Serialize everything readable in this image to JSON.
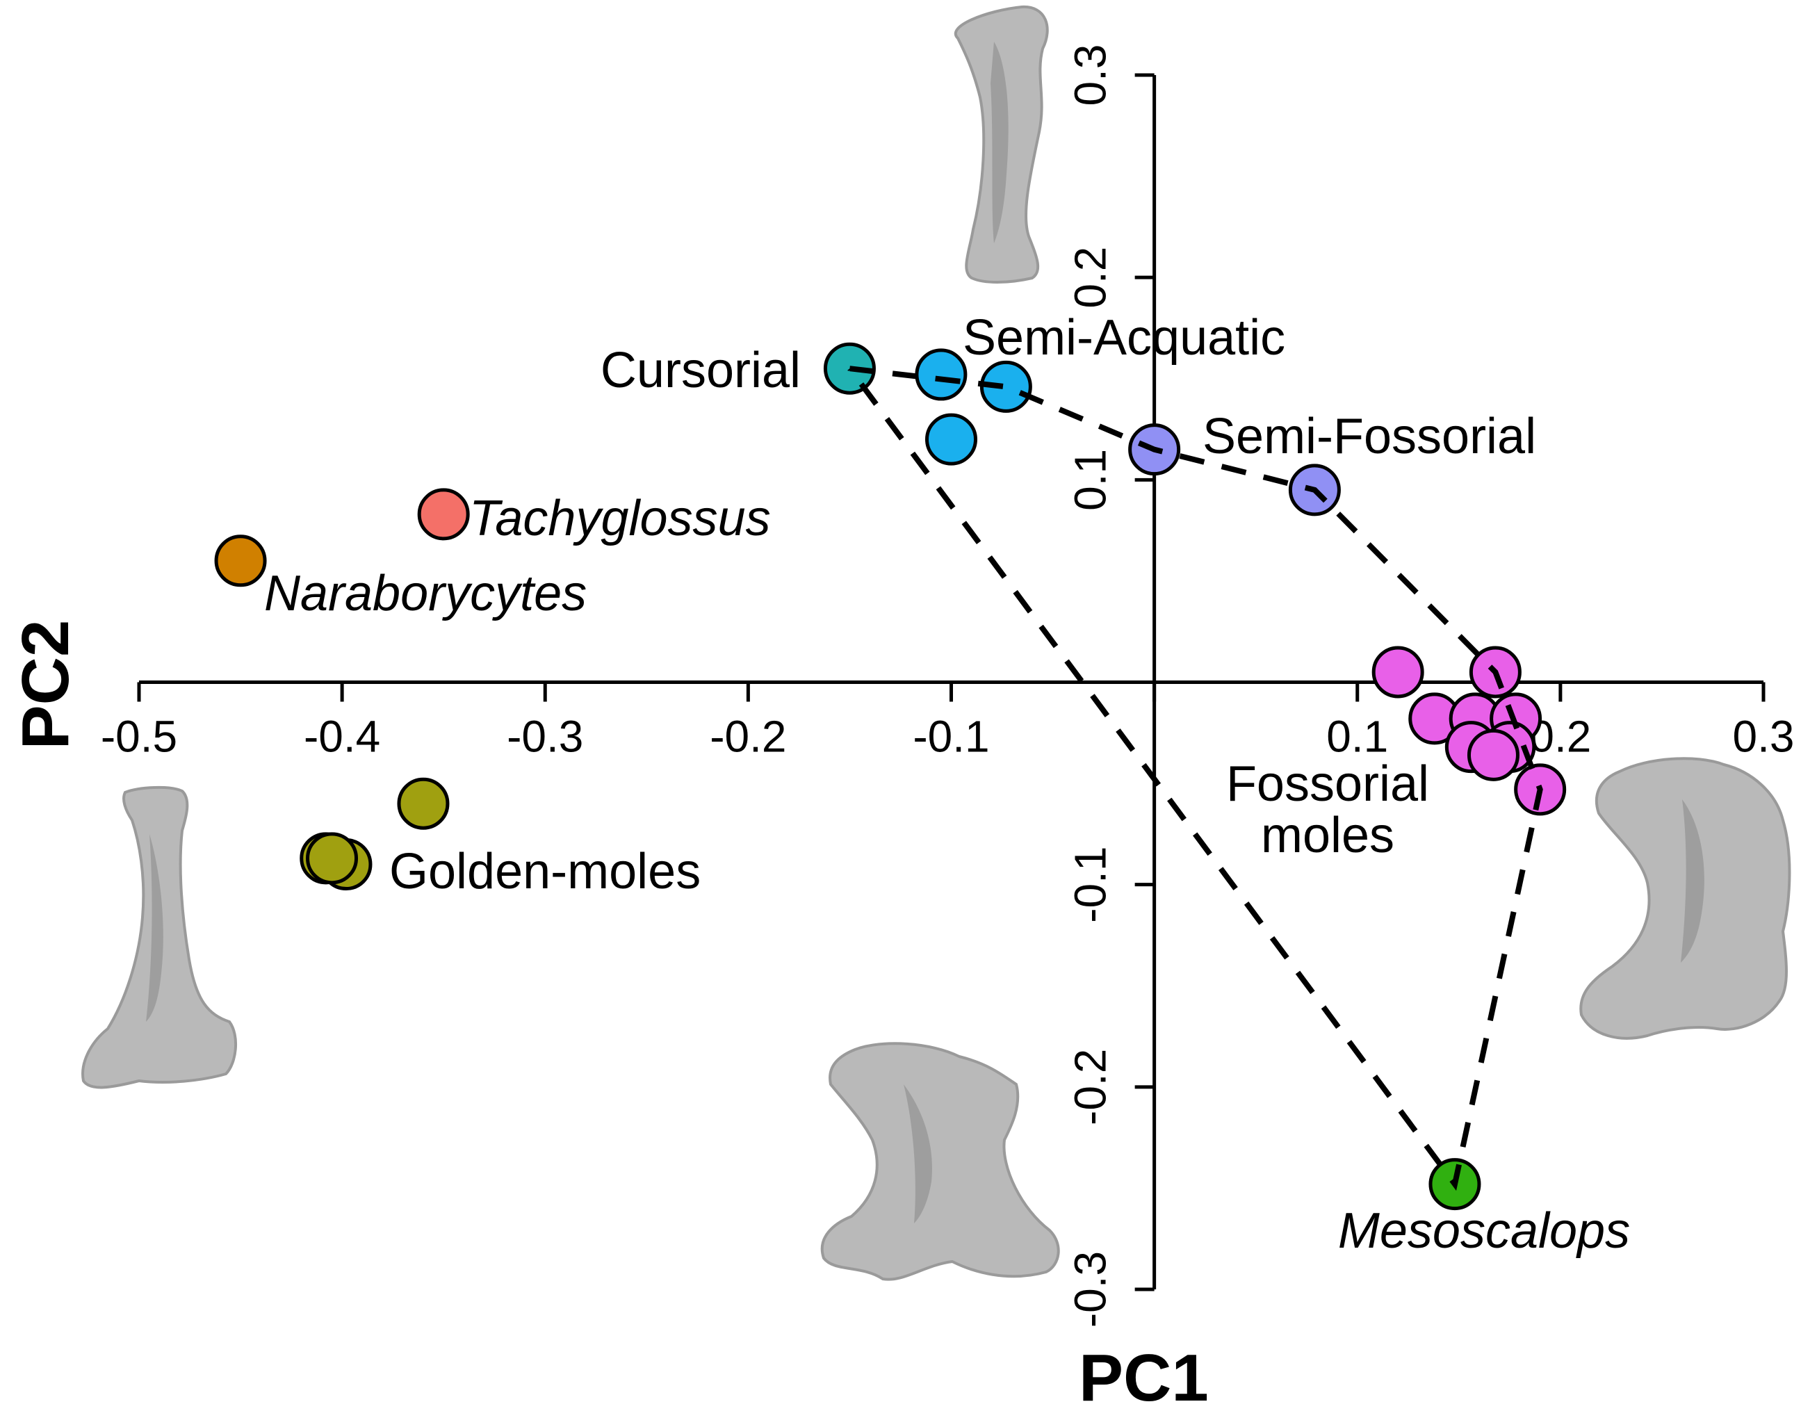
{
  "chart_data": {
    "type": "scatter",
    "xlabel": "PC1",
    "ylabel": "PC2",
    "xlim": [
      -0.5,
      0.3
    ],
    "ylim": [
      -0.3,
      0.3
    ],
    "x_ticks": [
      -0.5,
      -0.4,
      -0.3,
      -0.2,
      -0.1,
      0.0,
      0.1,
      0.2,
      0.3
    ],
    "x_tick_labels": [
      "-0.5",
      "-0.4",
      "-0.3",
      "-0.2",
      "-0.1",
      "",
      "0.1",
      "0.2",
      "0.3"
    ],
    "y_ticks": [
      -0.3,
      -0.2,
      -0.1,
      0.0,
      0.1,
      0.2,
      0.3
    ],
    "y_tick_labels": [
      "-0.3",
      "-0.2",
      "-0.1",
      "",
      "0.1",
      "0.2",
      "0.3"
    ],
    "axes_cross_at_origin": true,
    "grid": false,
    "groups": [
      {
        "label": "Cursorial",
        "italic": false,
        "color": "#20b2b2",
        "points": [
          [
            -0.15,
            0.155
          ]
        ]
      },
      {
        "label": "Semi-Acquatic",
        "italic": false,
        "color": "#1ab0ee",
        "points": [
          [
            -0.105,
            0.152
          ],
          [
            -0.073,
            0.146
          ],
          [
            -0.1,
            0.12
          ]
        ]
      },
      {
        "label": "Semi-Fossorial",
        "italic": false,
        "color": "#9090f4",
        "points": [
          [
            0.0,
            0.115
          ],
          [
            0.079,
            0.095
          ]
        ]
      },
      {
        "label": "Fossorial moles",
        "label_lines": [
          "Fossorial",
          "moles"
        ],
        "italic": false,
        "color": "#e860e8",
        "points": [
          [
            0.12,
            0.005
          ],
          [
            0.168,
            0.005
          ],
          [
            0.138,
            -0.018
          ],
          [
            0.158,
            -0.018
          ],
          [
            0.156,
            -0.032
          ],
          [
            0.178,
            -0.018
          ],
          [
            0.175,
            -0.032
          ],
          [
            0.167,
            -0.036
          ],
          [
            0.19,
            -0.053
          ]
        ]
      },
      {
        "label": "Golden-moles",
        "italic": false,
        "color": "#a0a010",
        "points": [
          [
            -0.36,
            -0.06
          ],
          [
            -0.408,
            -0.087
          ],
          [
            -0.398,
            -0.09
          ],
          [
            -0.405,
            -0.087
          ]
        ]
      },
      {
        "label": "Tachyglossus",
        "italic": true,
        "color": "#f47068",
        "points": [
          [
            -0.35,
            0.083
          ]
        ]
      },
      {
        "label": "Naraborycytes",
        "display_label": "Naraborycytes",
        "italic": true,
        "color": "#d08000",
        "points": [
          [
            -0.45,
            0.06
          ]
        ]
      },
      {
        "label": "Mesoscalops",
        "italic": true,
        "color": "#30b010",
        "points": [
          [
            0.148,
            -0.248
          ]
        ]
      }
    ],
    "hull": [
      [
        -0.15,
        0.155
      ],
      [
        -0.073,
        0.146
      ],
      [
        0.0,
        0.115
      ],
      [
        0.079,
        0.095
      ],
      [
        0.168,
        0.005
      ],
      [
        0.19,
        -0.053
      ],
      [
        0.148,
        -0.248
      ],
      [
        -0.15,
        0.155
      ]
    ]
  }
}
